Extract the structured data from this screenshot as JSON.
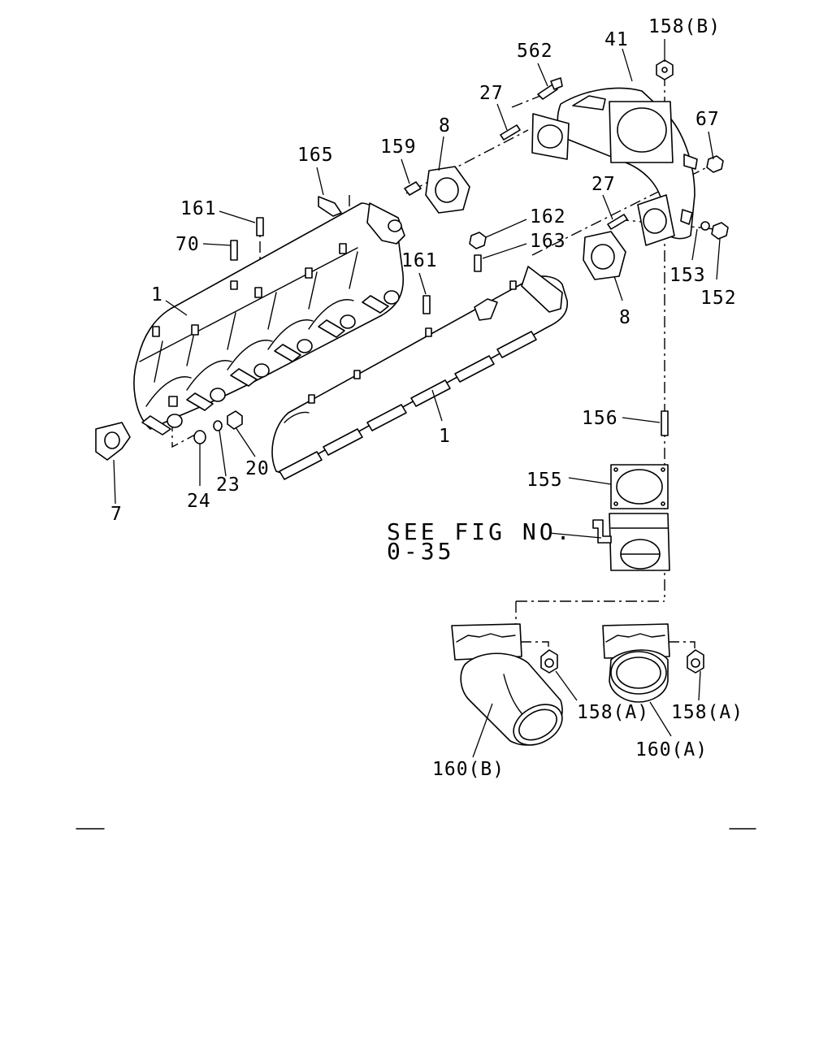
{
  "callouts": {
    "c158b_top": "158(B)",
    "c41": "41",
    "c562": "562",
    "c27_top": "27",
    "c8_top": "8",
    "c67": "67",
    "c159": "159",
    "c165": "165",
    "c161_left": "161",
    "c70": "70",
    "c1_left": "1",
    "c27_mid": "27",
    "c162": "162",
    "c163": "163",
    "c161_mid": "161",
    "c153": "153",
    "c152": "152",
    "c8_mid": "8",
    "c1_mid": "1",
    "c156": "156",
    "c155": "155",
    "c7": "7",
    "c24": "24",
    "c23": "23",
    "c20": "20",
    "c158a_mid": "158(A)",
    "c158a_right": "158(A)",
    "c160a": "160(A)",
    "c160b": "160(B)"
  },
  "reference": {
    "line1": "SEE FIG NO.",
    "line2": "0-35"
  }
}
